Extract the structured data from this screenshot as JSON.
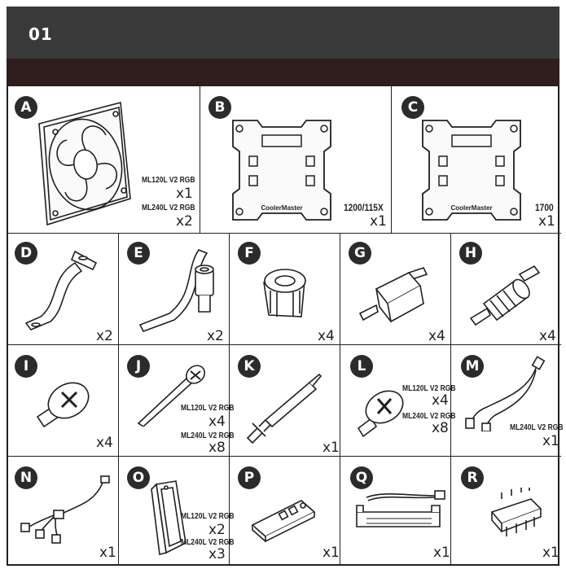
{
  "step": "01",
  "parts": {
    "A": {
      "letter": "A",
      "m1": "ML120L V2 RGB",
      "q1": "x1",
      "m2": "ML240L V2 RGB",
      "q2": "x2"
    },
    "B": {
      "letter": "B",
      "label": "1200/115X",
      "qty": "x1",
      "brand": "CoolerMaster"
    },
    "C": {
      "letter": "C",
      "label": "1700",
      "qty": "x1",
      "brand": "CoolerMaster"
    },
    "D": {
      "letter": "D",
      "qty": "x2"
    },
    "E": {
      "letter": "E",
      "qty": "x2"
    },
    "F": {
      "letter": "F",
      "qty": "x4"
    },
    "G": {
      "letter": "G",
      "qty": "x4"
    },
    "H": {
      "letter": "H",
      "qty": "x4"
    },
    "I": {
      "letter": "I",
      "qty": "x4"
    },
    "J": {
      "letter": "J",
      "m1": "ML120L V2 RGB",
      "q1": "x4",
      "m2": "ML240L V2 RGB",
      "q2": "x8"
    },
    "K": {
      "letter": "K",
      "qty": "x1"
    },
    "L": {
      "letter": "L",
      "m1": "ML120L V2 RGB",
      "q1": "x4",
      "m2": "ML240L V2 RGB",
      "q2": "x8"
    },
    "M": {
      "letter": "M",
      "m1": "ML240L V2 RGB",
      "q1": "x1"
    },
    "N": {
      "letter": "N",
      "qty": "x1"
    },
    "O": {
      "letter": "O",
      "m1": "ML120L V2 RGB",
      "q1": "x2",
      "m2": "ML240L V2 RGB",
      "q2": "x3"
    },
    "P": {
      "letter": "P",
      "qty": "x1"
    },
    "Q": {
      "letter": "Q",
      "qty": "x1"
    },
    "R": {
      "letter": "R",
      "qty": "x1"
    }
  }
}
